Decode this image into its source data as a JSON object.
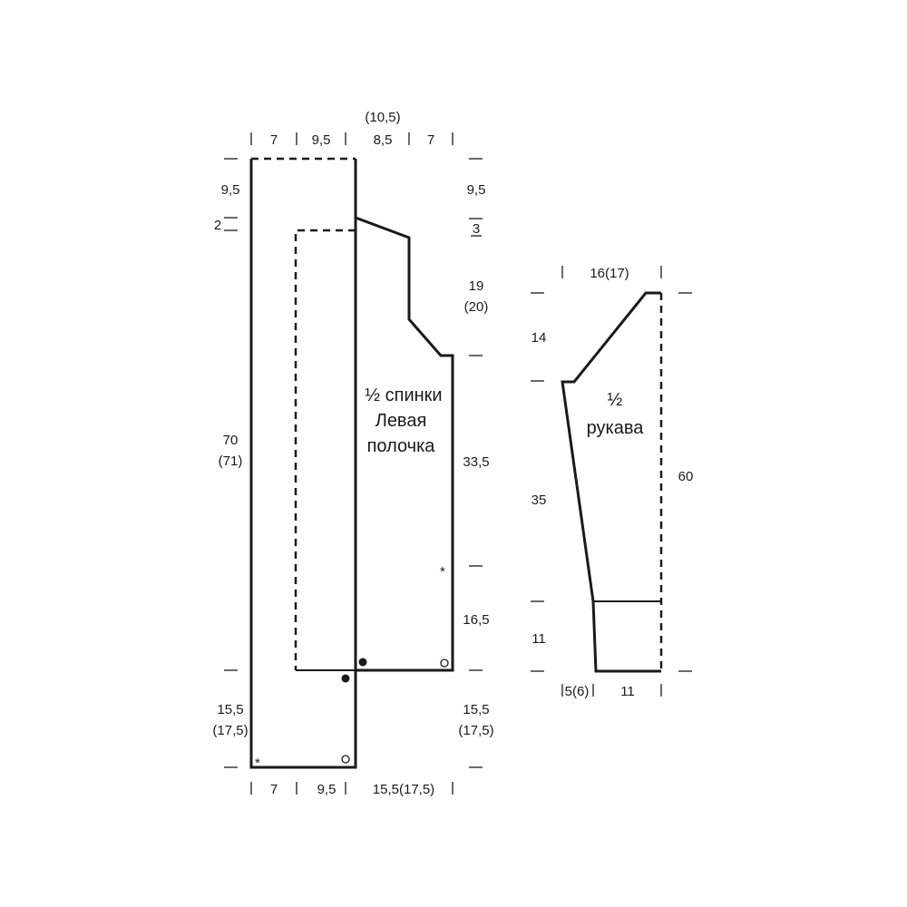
{
  "colors": {
    "line": "#1a1a1a",
    "background": "#ffffff"
  },
  "body_piece": {
    "title_line1": "½ спинки",
    "title_line2": "Левая",
    "title_line3": "полочка",
    "top_widths": [
      "7",
      "9,5",
      "8,5",
      "7"
    ],
    "top_alt": "(10,5)",
    "bottom_widths": [
      "7",
      "9,5",
      "15,5(17,5)"
    ],
    "left_heights": {
      "top": "9,5",
      "notch": "2",
      "length": "70",
      "length_alt": "(71)",
      "hem": "15,5",
      "hem_alt": "(17,5)"
    },
    "right_heights": {
      "top": "9,5",
      "shoulder": "3",
      "armhole": "19",
      "armhole_alt": "(20)",
      "side": "33,5",
      "lower": "16,5",
      "hem": "15,5",
      "hem_alt": "(17,5)"
    },
    "markers": {
      "star": "*"
    }
  },
  "sleeve_piece": {
    "title_line1": "½",
    "title_line2": "рукава",
    "top_width": "16(17)",
    "cap_height": "14",
    "body_height": "35",
    "cuff_height": "11",
    "total_height": "60",
    "bottom_left": "5(6)",
    "bottom_right": "11"
  }
}
